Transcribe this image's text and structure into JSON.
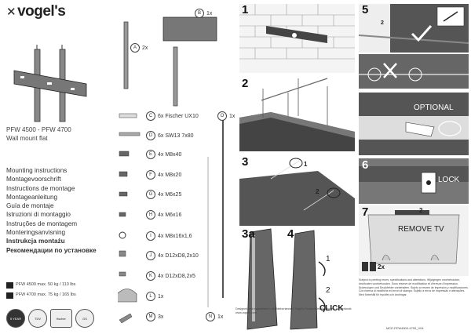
{
  "brand": {
    "name": "vogel's",
    "mark": "✕"
  },
  "product": {
    "models": "PFW 4500 - PFW 4700",
    "type": "Wall mount flat"
  },
  "languages": [
    "Mounting instructions",
    "Montagevoorschrift",
    "Instructions de montage",
    "Montageanleitung",
    "Guía de montaje",
    "Istruzioni di montaggio",
    "Instruções de montagem",
    "Monteringsanvisning",
    "Instrukcja montażu",
    "Рекомендации по установке"
  ],
  "weights": [
    {
      "model": "PFW 4500",
      "max": "max. 50 kg / 110 lbs"
    },
    {
      "model": "PFW 4700",
      "max": "max. 75 kg / 165 lbs"
    }
  ],
  "badges": [
    "5 YEAR",
    "TÜV",
    "fischer",
    "GS"
  ],
  "parts": [
    {
      "id": "A",
      "qty": "2x"
    },
    {
      "id": "B",
      "qty": "1x"
    },
    {
      "id": "C",
      "desc": "6x Fischer UX10"
    },
    {
      "id": "D",
      "desc": "6x SW13 7x80"
    },
    {
      "id": "E",
      "desc": "4x M8x40"
    },
    {
      "id": "F",
      "desc": "4x M8x20"
    },
    {
      "id": "G",
      "desc": "4x M6x25"
    },
    {
      "id": "H",
      "desc": "4x M6x16"
    },
    {
      "id": "I",
      "desc": "4x M8x16x1,6"
    },
    {
      "id": "J",
      "desc": "4x D12xD8,2x10"
    },
    {
      "id": "K",
      "desc": "4x D12xD8,2x5"
    },
    {
      "id": "L",
      "qty": "1x"
    },
    {
      "id": "M",
      "qty": "3x"
    },
    {
      "id": "N",
      "qty": "1x"
    },
    {
      "id": "O",
      "qty": "1x"
    }
  ],
  "steps": {
    "s1": "1",
    "s2": "2",
    "s3": "3",
    "s3a": "3a",
    "s4": "4",
    "s5": "5",
    "s6": "6",
    "s7": "7",
    "optional": "OPTIONAL",
    "lock": "LOCK",
    "remove_tv": "REMOVE TV",
    "click": "CLICK",
    "two_x": "2x",
    "n1": "1",
    "n2": "2"
  },
  "footer": {
    "notes": "Subject to printing errors, specifications and alterations. Wijzigingen voorbehouden, drukfouten voorbehouden. Sous réserve de modification et d'erreurs d'impression. Änderungen und Druckfehler vorbehalten. Sujeto a errores de impresión y modificaciones. Con riserva di modifiche ed errori di stampa. Sujeito a erros de impressão e alterações. Med förbehåll för tryckfel och ändringar.",
    "designed": "Designed and engineered in the Netherlands © Vogel's Products bv, Eindhoven, Netherlands www.vogels.com",
    "code": "MCE-PFW4500-4700_V04"
  }
}
